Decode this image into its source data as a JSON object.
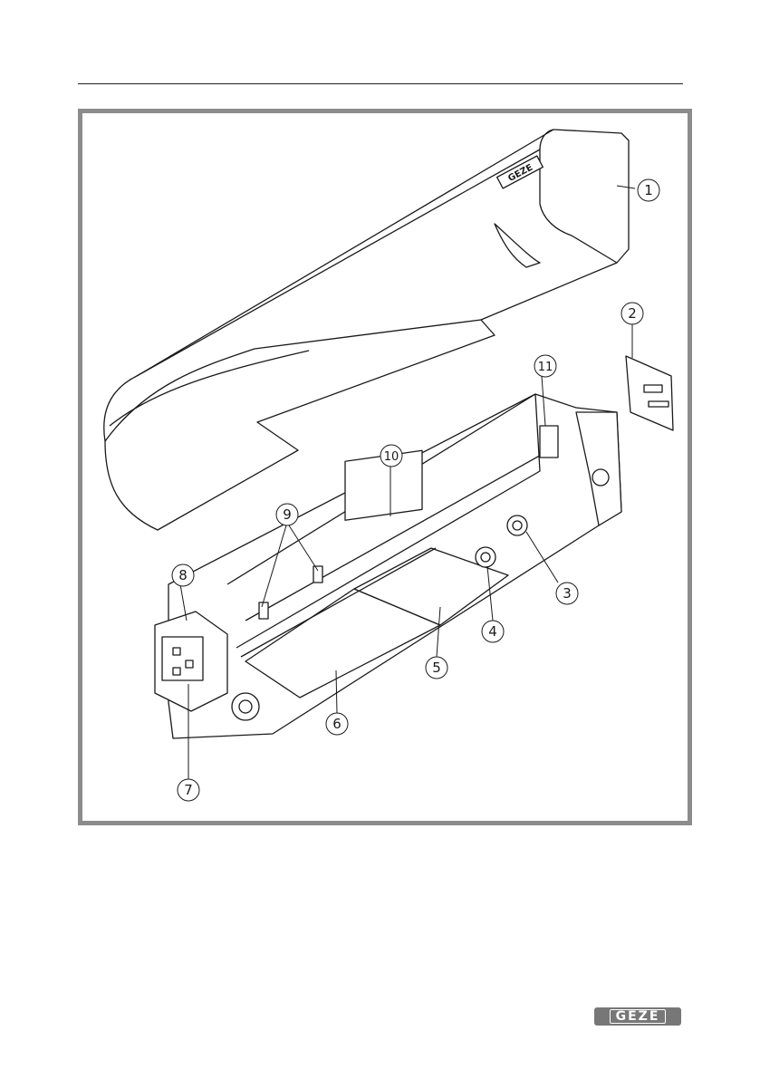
{
  "figure": {
    "callouts": [
      "1",
      "2",
      "3",
      "4",
      "5",
      "6",
      "7",
      "8",
      "9",
      "10",
      "11"
    ],
    "housing_logo": "GEZE"
  },
  "footer": {
    "brand_logo": "GEZE"
  }
}
